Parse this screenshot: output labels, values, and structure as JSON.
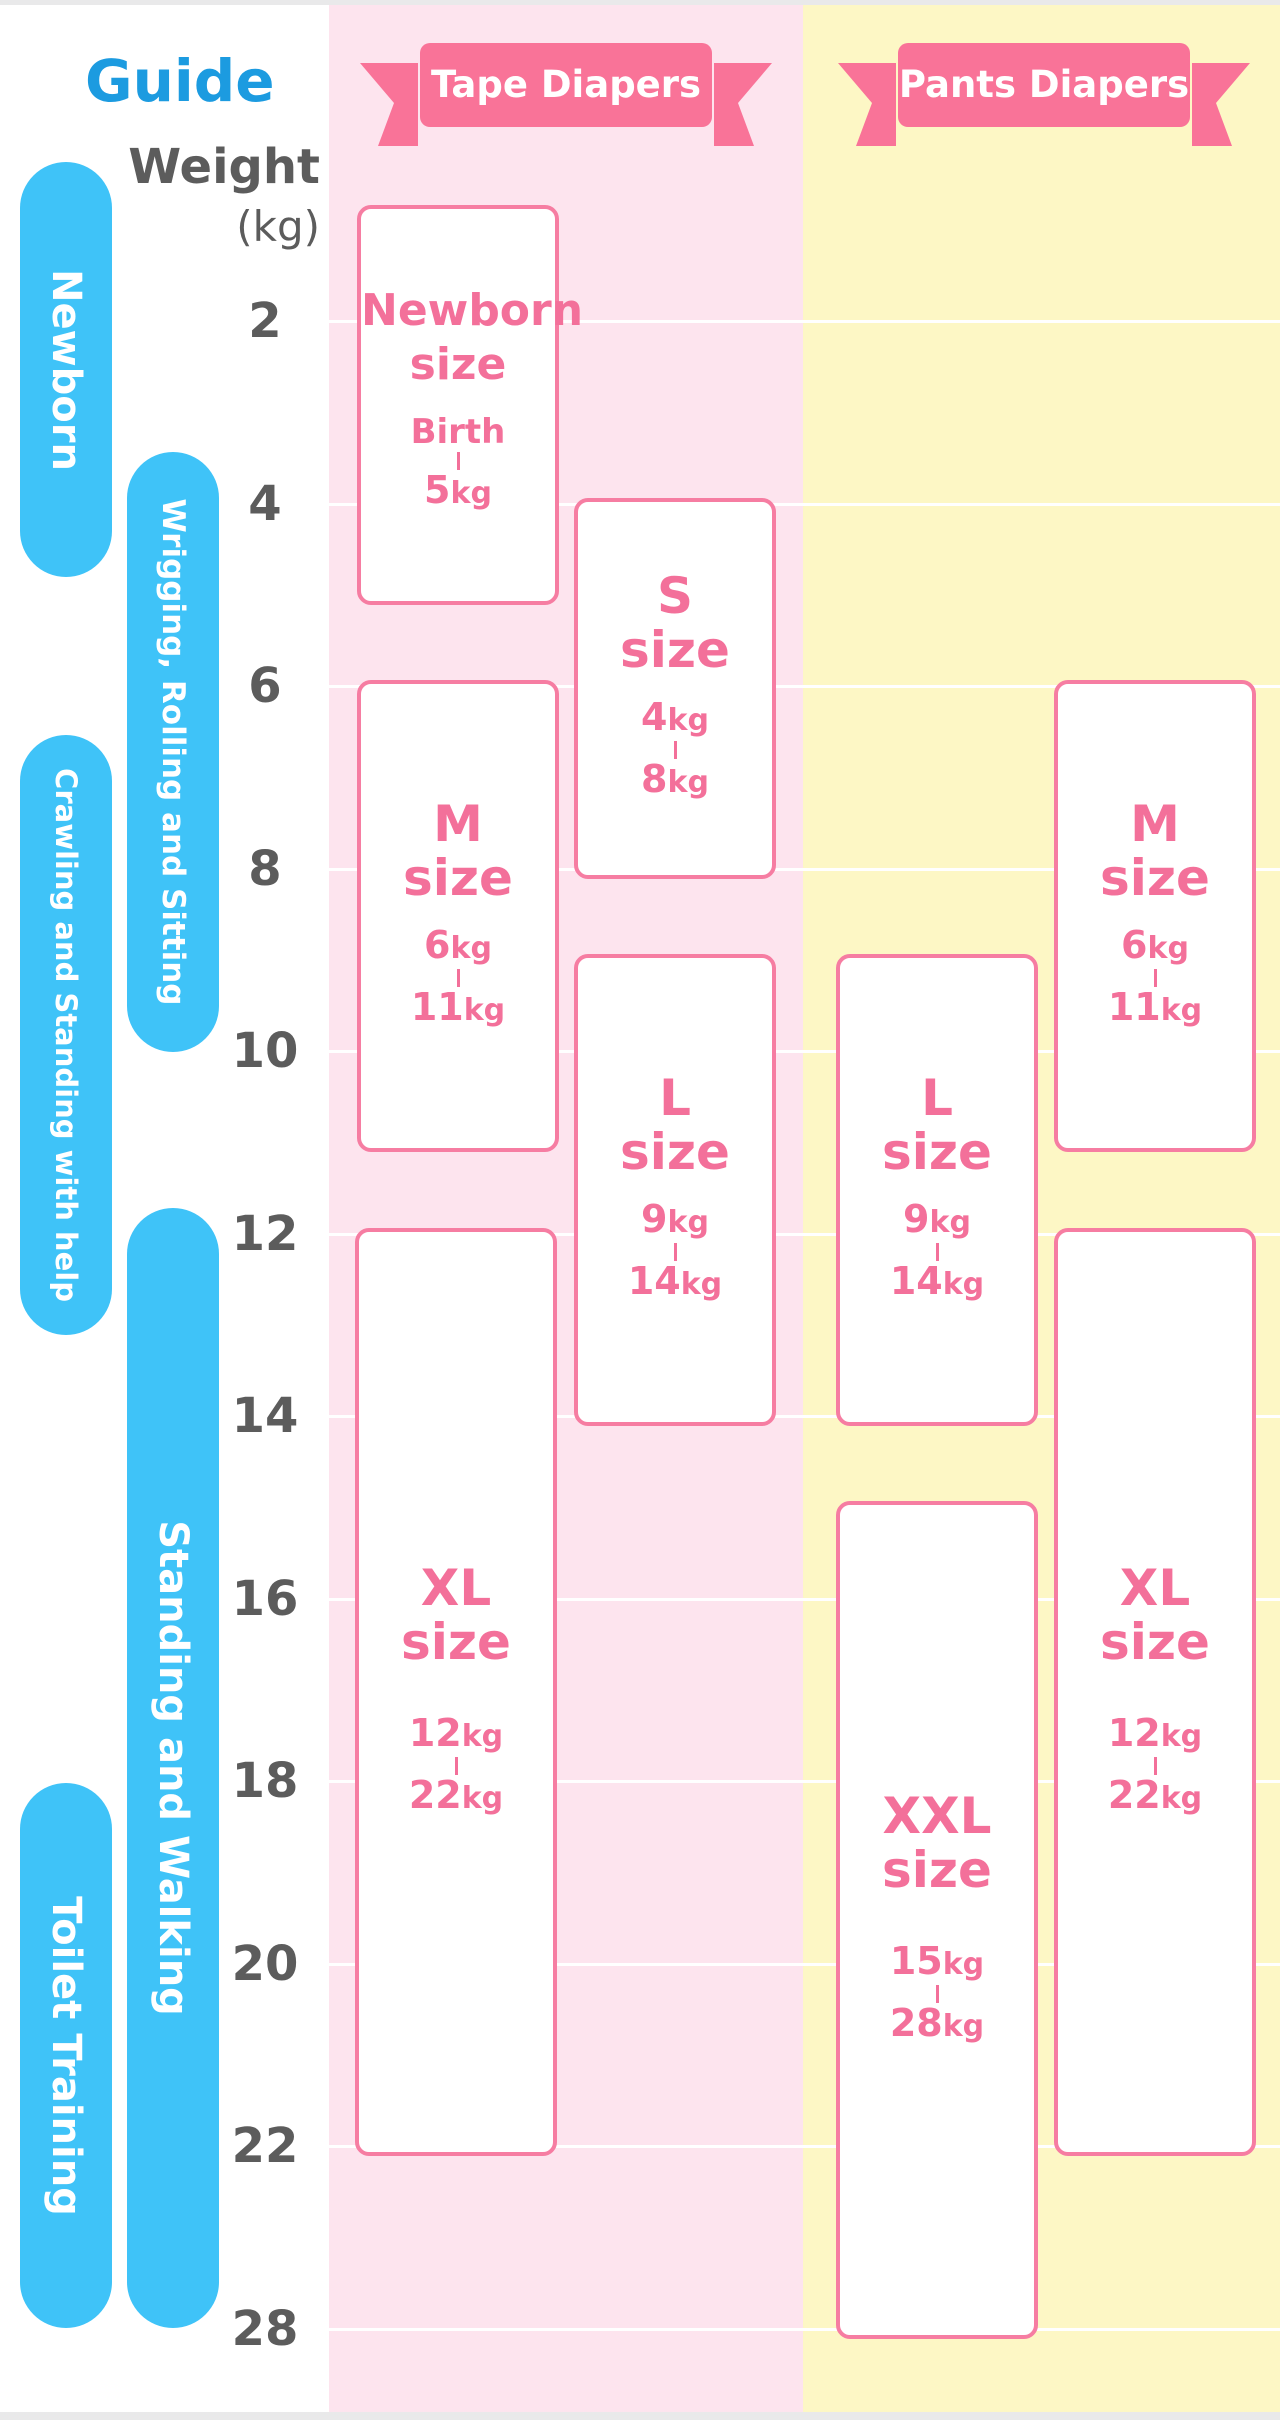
{
  "guide_title": "Guide",
  "axis": {
    "label": "Weight",
    "unit": "(kg)"
  },
  "columns": {
    "tape": "Tape Diapers",
    "pants": "Pants Diapers"
  },
  "colors": {
    "tape_bg": "#fde4ee",
    "pants_bg": "#fdf7c5",
    "pink": "#f3709a",
    "stage_blue": "#3fc3f8",
    "title_blue": "#1c9be0"
  },
  "stages": [
    {
      "label": "Newborn"
    },
    {
      "label": "Wrigging, Rolling and Sitting"
    },
    {
      "label": "Crawling and Standing with help"
    },
    {
      "label": "Standing and Walking"
    },
    {
      "label": "Toilet Training"
    }
  ],
  "chart_data": {
    "type": "table",
    "ylabel": "Weight (kg)",
    "y_ticks": [
      "2",
      "4",
      "6",
      "8",
      "10",
      "12",
      "14",
      "16",
      "18",
      "20",
      "22",
      "28"
    ],
    "series": [
      {
        "name": "Tape Diapers",
        "sizes": [
          {
            "size": "Newborn",
            "size_suffix": "size",
            "min": "Birth",
            "max": "5",
            "unit": "kg"
          },
          {
            "size": "S",
            "size_suffix": "size",
            "min": "4",
            "max": "8",
            "unit": "kg"
          },
          {
            "size": "M",
            "size_suffix": "size",
            "min": "6",
            "max": "11",
            "unit": "kg"
          },
          {
            "size": "L",
            "size_suffix": "size",
            "min": "9",
            "max": "14",
            "unit": "kg"
          },
          {
            "size": "XL",
            "size_suffix": "size",
            "min": "12",
            "max": "22",
            "unit": "kg"
          }
        ]
      },
      {
        "name": "Pants Diapers",
        "sizes": [
          {
            "size": "M",
            "size_suffix": "size",
            "min": "6",
            "max": "11",
            "unit": "kg"
          },
          {
            "size": "L",
            "size_suffix": "size",
            "min": "9",
            "max": "14",
            "unit": "kg"
          },
          {
            "size": "XL",
            "size_suffix": "size",
            "min": "12",
            "max": "22",
            "unit": "kg"
          },
          {
            "size": "XXL",
            "size_suffix": "size",
            "min": "15",
            "max": "28",
            "unit": "kg"
          }
        ]
      }
    ]
  }
}
